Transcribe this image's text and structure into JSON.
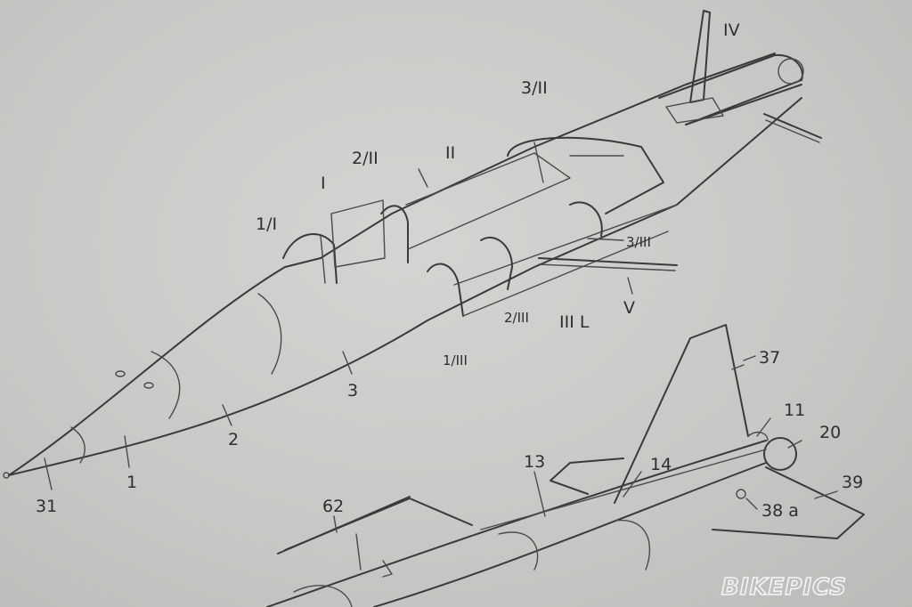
{
  "labels": {
    "n31": "31",
    "n1": "1",
    "n2": "2",
    "n3": "3",
    "s1_I": "1/I",
    "I": "I",
    "s2_II": "2/II",
    "II": "II",
    "s3_II": "3/II",
    "IV": "IV",
    "s1_III": "1/III",
    "s2_III": "2/III",
    "IIIL": "III L",
    "s3_III": "3/III",
    "V": "V",
    "n37": "37",
    "n11": "11",
    "n20": "20",
    "n13": "13",
    "n14": "14",
    "n39": "39",
    "n38a": "38 a",
    "n62": "62"
  },
  "watermark": "BIKEPICS",
  "colors": {
    "paper": "#c9cbc8",
    "ink": "#3a3a3a",
    "watermark": "#f4f4f4"
  }
}
